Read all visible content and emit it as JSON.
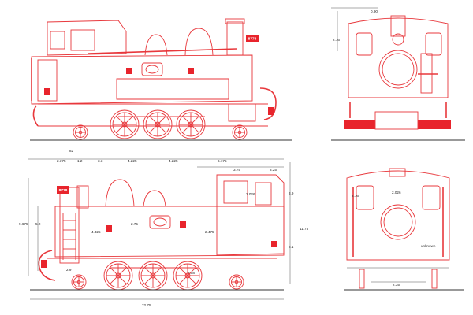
{
  "locomotive": {
    "number": "8778",
    "color": "#e8242c",
    "line_color": "#e8383c"
  },
  "views": {
    "side_top": {},
    "side_bottom": {
      "dims_top": [
        "82",
        "2.375",
        "1.2",
        "3.3",
        "4.225",
        "4.225",
        "6.175",
        "3.75",
        "3.25"
      ],
      "dims_left": [
        "9.675",
        "5.2",
        "2.9"
      ],
      "dims_inner": [
        "4.325",
        "2.75",
        "2.475",
        "2.026",
        "3.58"
      ],
      "dims_right": [
        "3.9",
        "11.75",
        "8.1"
      ],
      "overall_length": "22.75"
    },
    "front": {
      "top_dim": "0.90",
      "side_dim": "2.16"
    },
    "rear": {
      "dim_left": "2.16",
      "dim_center": "2.026",
      "note": "unknown",
      "gauge": "2.35"
    }
  }
}
